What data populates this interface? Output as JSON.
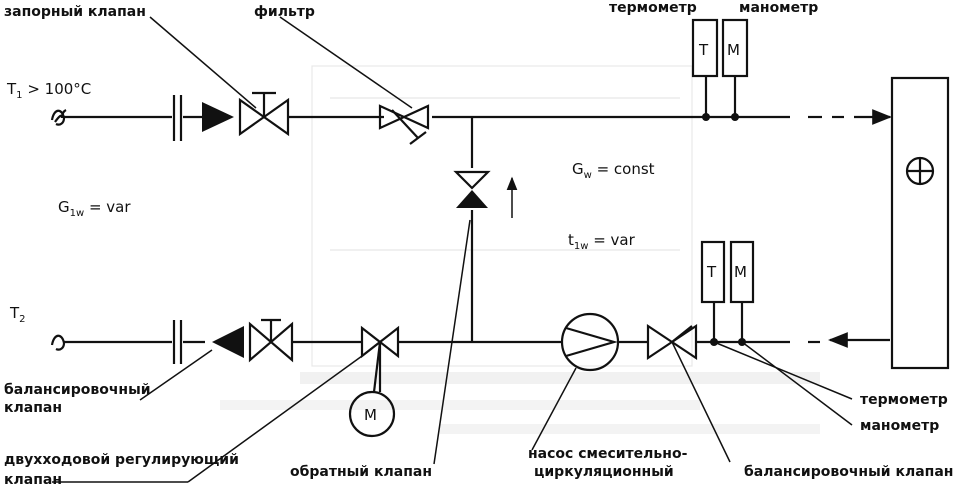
{
  "labels": {
    "shutoff_valve": "запорный клапан",
    "filter": "фильтр",
    "thermometer_top": "термометр",
    "manometer_top": "манометр",
    "thermometer_bottom": "термометр",
    "manometer_bottom": "манометр",
    "balancing_valve_left_1": "балансировочный",
    "balancing_valve_left_2": "клапан",
    "two_way_valve_1": "двухходовой регулирующий",
    "two_way_valve_2": "клапан",
    "check_valve": "обратный клапан",
    "pump_1": "насос смесительно-",
    "pump_2": "циркуляционный",
    "balancing_valve_right": "балансировочный клапан"
  },
  "formulas": {
    "t1_main": "T",
    "t1_sub": "1",
    "t1_rest": " > 100°C",
    "t2_main": "T",
    "t2_sub": "2",
    "g1w_main": "G",
    "g1w_sub": "1w",
    "g1w_rest": " = var",
    "gw_main": "G",
    "gw_sub": "w",
    "gw_rest": " = const",
    "t1w_main": "t",
    "t1w_sub": "1w",
    "t1w_rest": " = var"
  },
  "instruments": {
    "t_letter_top": "T",
    "m_letter_top": "M",
    "t_letter_bottom": "T",
    "m_letter_bottom": "M",
    "motor_letter": "M"
  }
}
